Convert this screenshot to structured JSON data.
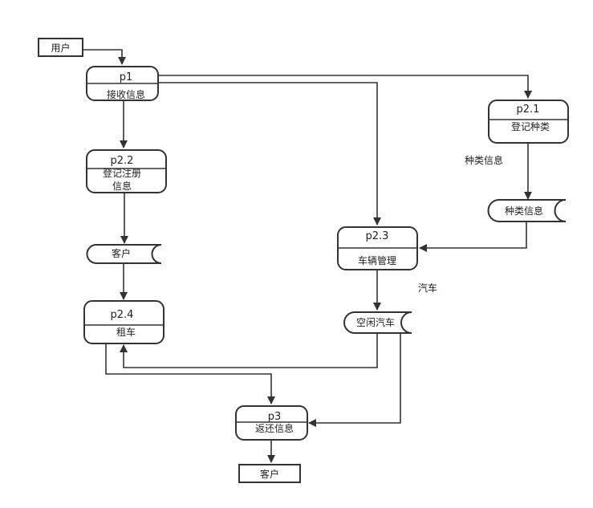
{
  "diagram": {
    "external_entities": {
      "user": "用户",
      "customer": "客户"
    },
    "processes": {
      "p1": {
        "id": "p1",
        "name": "接收信息"
      },
      "p21": {
        "id": "p2.1",
        "name": "登记种类"
      },
      "p22": {
        "id": "p2.2",
        "name_line1": "登记注册",
        "name_line2": "信息"
      },
      "p23": {
        "id": "p2.3",
        "name": "车辆管理"
      },
      "p24": {
        "id": "p2.4",
        "name": "租车"
      },
      "p3": {
        "id": "p3",
        "name": "返还信息"
      }
    },
    "data_stores": {
      "category_info": "种类信息",
      "customer": "客户",
      "idle_cars": "空闲汽车"
    },
    "flow_labels": {
      "category_info": "种类信息",
      "car": "汽车"
    }
  }
}
